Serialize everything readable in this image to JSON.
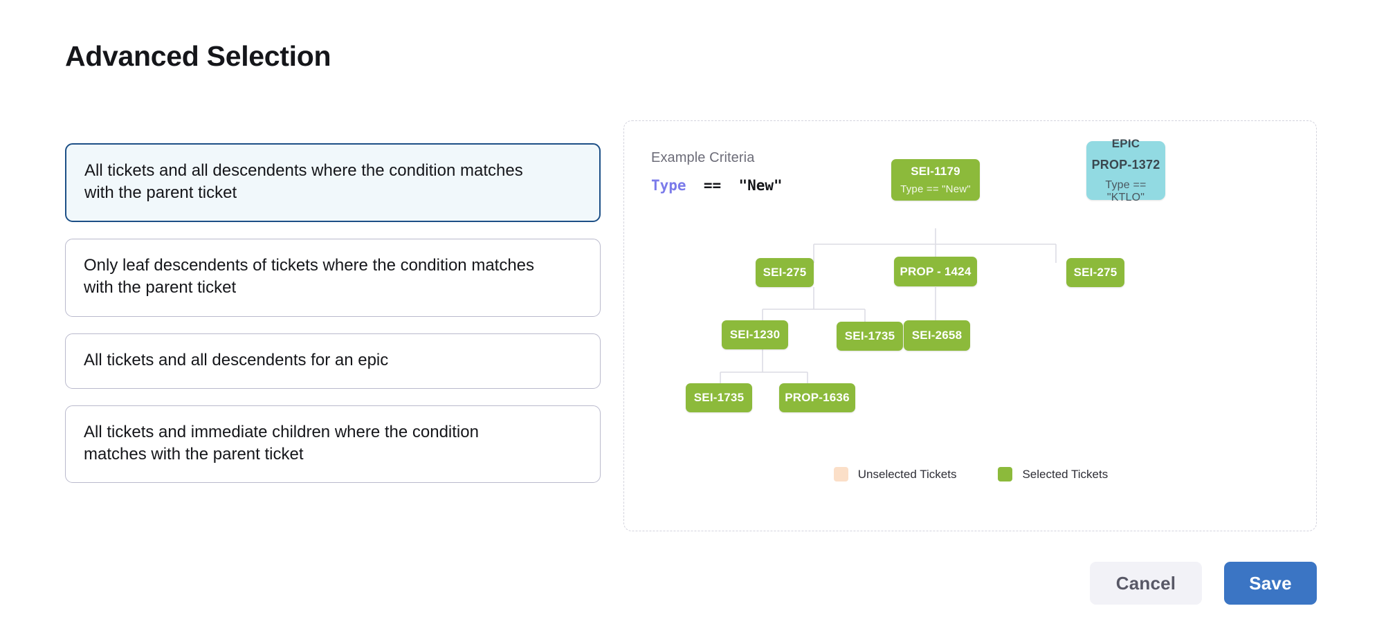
{
  "page": {
    "title": "Advanced Selection"
  },
  "options": [
    {
      "label": "All tickets and all descendents where the condition matches with the parent ticket",
      "selected": true
    },
    {
      "label": "Only leaf descendents of tickets where the condition matches with the parent ticket",
      "selected": false
    },
    {
      "label": "All tickets and all descendents for an epic",
      "selected": false
    },
    {
      "label": "All tickets and immediate children where the condition matches with the parent ticket",
      "selected": false
    }
  ],
  "example": {
    "criteria_label": "Example Criteria",
    "criteria_field": "Type",
    "criteria_operator": "==",
    "criteria_value": "\"New\"",
    "nodes": {
      "epic": {
        "kind_label": "EPIC",
        "key": "PROP-1372",
        "condition": "Type == \"KTLO\""
      },
      "root": {
        "key": "SEI-1179",
        "condition": "Type == \"New\""
      },
      "r2c1": {
        "key": "SEI-275"
      },
      "r2c2": {
        "key": "PROP - 1424"
      },
      "r2c3": {
        "key": "SEI-275"
      },
      "r3c1": {
        "key": "SEI-1230"
      },
      "r3c2": {
        "key": "SEI-1735"
      },
      "r3c3": {
        "key": "SEI-2658"
      },
      "r4c1": {
        "key": "SEI-1735"
      },
      "r4c2": {
        "key": "PROP-1636"
      }
    },
    "legend": [
      {
        "label": "Unselected Tickets",
        "color": "#fbdfc8"
      },
      {
        "label": "Selected Tickets",
        "color": "#8cba3b"
      }
    ]
  },
  "footer": {
    "cancel_label": "Cancel",
    "save_label": "Save"
  },
  "colors": {
    "selected_node": "#8cba3b",
    "unselected_node": "#fbdfc8",
    "epic_node": "#92dae2",
    "primary_button": "#3b75c4",
    "selected_card_border": "#1c4f86",
    "selected_card_bg": "#f1f8fb",
    "criteria_field": "#7b7bea"
  }
}
